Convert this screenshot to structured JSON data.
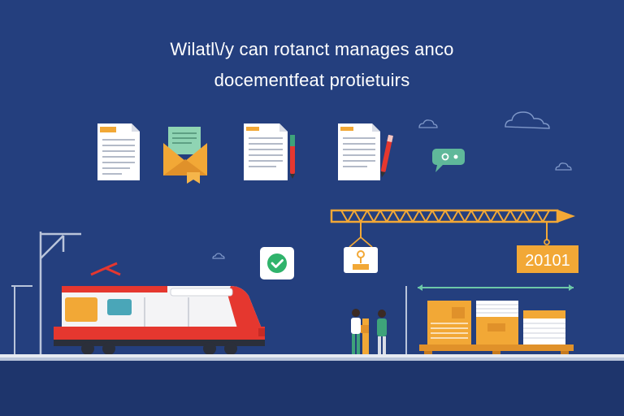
{
  "headline": {
    "line1": "Wilatl\\/y can rotanct manages anco",
    "line2": "docementfeat protietuirs"
  },
  "crane_sign": {
    "value": "20101"
  },
  "colors": {
    "background": "#243f7e",
    "accent_yellow": "#f2a836",
    "train_red": "#e5372f",
    "check_green": "#2fb36b",
    "chat_teal": "#5fb89a"
  },
  "icons": [
    "document-icon",
    "envelope-icon",
    "document-pen-icon",
    "document-pencil-icon",
    "chat-bubble-icon",
    "cloud-icon",
    "checkmark-icon",
    "train-icon",
    "crane-icon",
    "people-icon",
    "pallet-boxes-icon"
  ]
}
